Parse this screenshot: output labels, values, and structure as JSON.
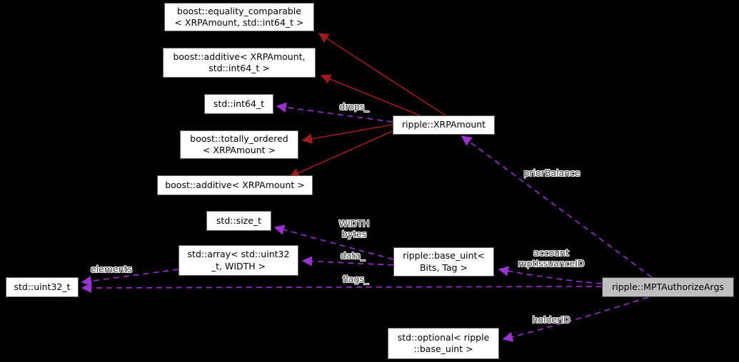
{
  "diagram": {
    "kind": "doxygen-collaboration-graph",
    "focus_node": "ripple::MPTAuthorizeArgs"
  },
  "colors": {
    "background": "#000000",
    "node_fill": "#ffffff",
    "node_border": "#646464",
    "focus_node_fill": "#bfbfbf",
    "inheritance_edge": "#9b1e1e",
    "usage_edge": "#9a32cd",
    "node_text": "#000000",
    "edge_label_text": "#3c3c3c"
  },
  "nodes": [
    {
      "id": "equality_comparable",
      "lines": [
        "boost::equality_comparable",
        "< XRPAmount, std::int64_t >"
      ]
    },
    {
      "id": "additive_int64",
      "lines": [
        "boost::additive< XRPAmount,",
        "std::int64_t >"
      ]
    },
    {
      "id": "int64",
      "lines": [
        "std::int64_t"
      ]
    },
    {
      "id": "xrpamount",
      "lines": [
        "ripple::XRPAmount"
      ]
    },
    {
      "id": "totally_ordered",
      "lines": [
        "boost::totally_ordered",
        "< XRPAmount >"
      ]
    },
    {
      "id": "additive",
      "lines": [
        "boost::additive< XRPAmount >"
      ]
    },
    {
      "id": "size_t",
      "lines": [
        "std::size_t"
      ]
    },
    {
      "id": "array",
      "lines": [
        "std::array< std::uint32",
        "_t, WIDTH >"
      ]
    },
    {
      "id": "base_uint",
      "lines": [
        "ripple::base_uint<",
        "Bits, Tag >"
      ]
    },
    {
      "id": "uint32",
      "lines": [
        "std::uint32_t"
      ]
    },
    {
      "id": "mpt",
      "lines": [
        "ripple::MPTAuthorizeArgs"
      ]
    },
    {
      "id": "optional",
      "lines": [
        "std::optional< ripple",
        "::base_uint >"
      ]
    }
  ],
  "edge_labels": [
    {
      "id": "drops",
      "lines": [
        "drops_"
      ]
    },
    {
      "id": "priorBalance",
      "lines": [
        "priorBalance"
      ]
    },
    {
      "id": "width_bytes",
      "lines": [
        "WIDTH",
        "bytes"
      ]
    },
    {
      "id": "data",
      "lines": [
        "data_"
      ]
    },
    {
      "id": "account_mpt",
      "lines": [
        "account",
        "mptIssuanceID"
      ]
    },
    {
      "id": "elements",
      "lines": [
        "elements"
      ]
    },
    {
      "id": "flags",
      "lines": [
        "flags_"
      ]
    },
    {
      "id": "holderID",
      "lines": [
        "holderID"
      ]
    }
  ],
  "edges": [
    {
      "from": "ripple::XRPAmount",
      "to": "boost::equality_comparable< XRPAmount, std::int64_t >",
      "type": "inheritance"
    },
    {
      "from": "ripple::XRPAmount",
      "to": "boost::additive< XRPAmount, std::int64_t >",
      "type": "inheritance"
    },
    {
      "from": "ripple::XRPAmount",
      "to": "boost::totally_ordered< XRPAmount >",
      "type": "inheritance"
    },
    {
      "from": "ripple::XRPAmount",
      "to": "boost::additive< XRPAmount >",
      "type": "inheritance"
    },
    {
      "from": "ripple::XRPAmount",
      "to": "std::int64_t",
      "type": "usage",
      "label": "drops_"
    },
    {
      "from": "ripple::MPTAuthorizeArgs",
      "to": "ripple::XRPAmount",
      "type": "usage",
      "label": "priorBalance"
    },
    {
      "from": "ripple::base_uint< Bits, Tag >",
      "to": "std::size_t",
      "type": "usage",
      "label": "WIDTH bytes"
    },
    {
      "from": "ripple::base_uint< Bits, Tag >",
      "to": "std::array< std::uint32_t, WIDTH >",
      "type": "usage",
      "label": "data_"
    },
    {
      "from": "std::array< std::uint32_t, WIDTH >",
      "to": "std::uint32_t",
      "type": "usage",
      "label": "elements"
    },
    {
      "from": "ripple::MPTAuthorizeArgs",
      "to": "std::uint32_t",
      "type": "usage",
      "label": "flags_"
    },
    {
      "from": "ripple::MPTAuthorizeArgs",
      "to": "ripple::base_uint< Bits, Tag >",
      "type": "usage",
      "label": "account mptIssuanceID"
    },
    {
      "from": "ripple::MPTAuthorizeArgs",
      "to": "std::optional< ripple::base_uint >",
      "type": "usage",
      "label": "holderID"
    }
  ]
}
